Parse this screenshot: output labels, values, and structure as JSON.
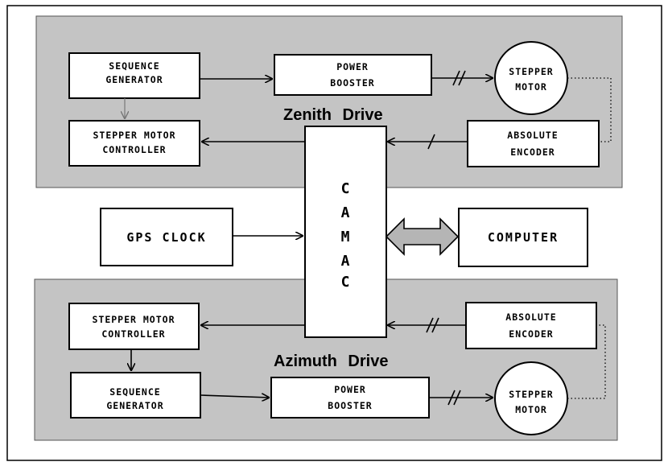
{
  "zenith": {
    "title": "Zenith  Drive",
    "sequence_generator": [
      "SEQUENCE",
      "GENERATOR"
    ],
    "power_booster": [
      "POWER",
      "BOOSTER"
    ],
    "stepper_motor": [
      "STEPPER",
      "MOTOR"
    ],
    "controller": [
      "STEPPER MOTOR",
      "CONTROLLER"
    ],
    "encoder": [
      "ABSOLUTE",
      "ENCODER"
    ]
  },
  "azimuth": {
    "title": "Azimuth  Drive",
    "sequence_generator": [
      "SEQUENCE",
      "GENERATOR"
    ],
    "power_booster": [
      "POWER",
      "BOOSTER"
    ],
    "stepper_motor": [
      "STEPPER",
      "MOTOR"
    ],
    "controller": [
      "STEPPER MOTOR",
      "CONTROLLER"
    ],
    "encoder": [
      "ABSOLUTE",
      "ENCODER"
    ]
  },
  "camac": [
    "C",
    "A",
    "M",
    "A",
    "C"
  ],
  "gps_clock": "GPS  CLOCK",
  "computer": "COMPUTER",
  "colors": {
    "panel": "#c4c4c4",
    "arrow_fill": "#b5b5b5"
  }
}
